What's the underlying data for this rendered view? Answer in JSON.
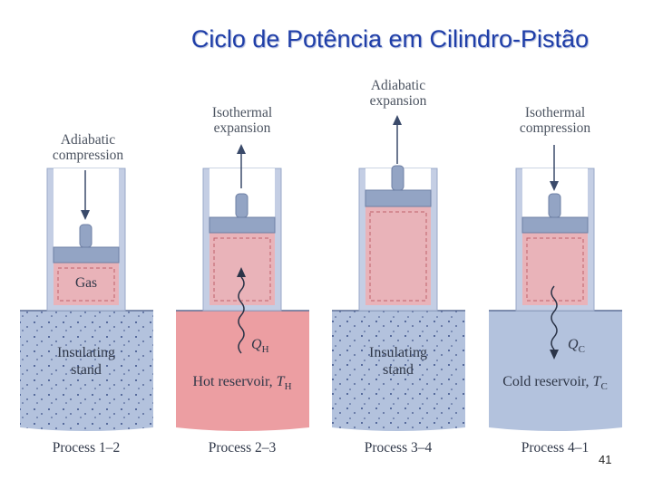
{
  "title": "Ciclo de Potência em Cilindro-Pistão",
  "page_number": "41",
  "colors": {
    "insulating": "#b3c2dd",
    "hot": "#ec9ea2",
    "cold": "#b3c2dd",
    "gas": "#e9b3b9",
    "cylinder_wall": "#c4cee4",
    "piston": "#93a4c4",
    "text": "#2f3748"
  },
  "processes": [
    {
      "name": "Process 1–2",
      "action": "Adiabatic\ncompression",
      "base_text": "Insulating\nstand",
      "gas_label": "Gas"
    },
    {
      "name": "Process 2–3",
      "action": "Isothermal\nexpansion",
      "base_text": "Hot reservoir, ",
      "heat_symbol": "Q",
      "heat_sub": "H",
      "temp_symbol": "T",
      "temp_sub": "H"
    },
    {
      "name": "Process 3–4",
      "action": "Adiabatic\nexpansion",
      "base_text": "Insulating\nstand"
    },
    {
      "name": "Process 4–1",
      "action": "Isothermal\ncompression",
      "base_text": "Cold reservoir, ",
      "heat_symbol": "Q",
      "heat_sub": "C",
      "temp_symbol": "T",
      "temp_sub": "C"
    }
  ]
}
